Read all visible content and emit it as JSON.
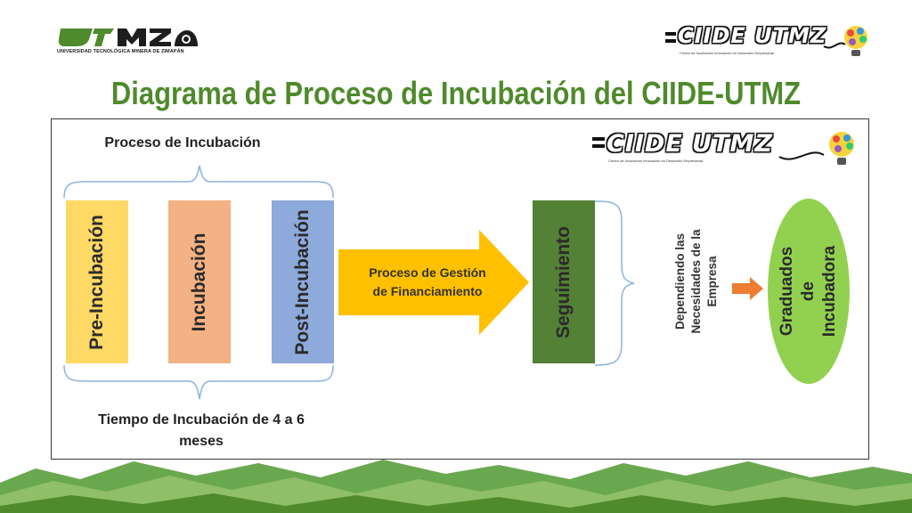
{
  "header": {
    "left_logo": {
      "wordmark": "UTMZ",
      "subtitle": "UNIVERSIDAD TECNOLÓGICA MINERA DE ZIMAPÁN"
    },
    "right_logo": {
      "wordmark": "CIIDE UTMZ",
      "subtitle": "Centro de Incubación Innovación en Desarrollo Empresarial"
    },
    "title": "Diagrama de Proceso de Incubación del CIIDE-UTMZ"
  },
  "diagram": {
    "top_label": "Proceso de Incubación",
    "stages": [
      {
        "label": "Pre-Incubación",
        "color": "#ffd965"
      },
      {
        "label": "Incubación",
        "color": "#f4b183"
      },
      {
        "label": "Post-Incubación",
        "color": "#8eaadb"
      }
    ],
    "bottom_label": "Tiempo de Incubación de 4 a 6 meses",
    "arrow": {
      "line1": "Proceso de Gestión",
      "line2": "de Financiamiento",
      "color": "#ffc000"
    },
    "seguimiento": {
      "label": "Seguimiento",
      "color": "#538135"
    },
    "dependiendo": {
      "line1": "Dependiendo las",
      "line2": "Necesidades de la",
      "line3": "Empresa"
    },
    "small_arrow_color": "#ed7d31",
    "graduados": {
      "line1": "Graduados",
      "line2": "de",
      "line3": "Incubadora",
      "color": "#92d050"
    }
  },
  "colors": {
    "title": "#4f8a2c",
    "accent_green": "#538135"
  }
}
